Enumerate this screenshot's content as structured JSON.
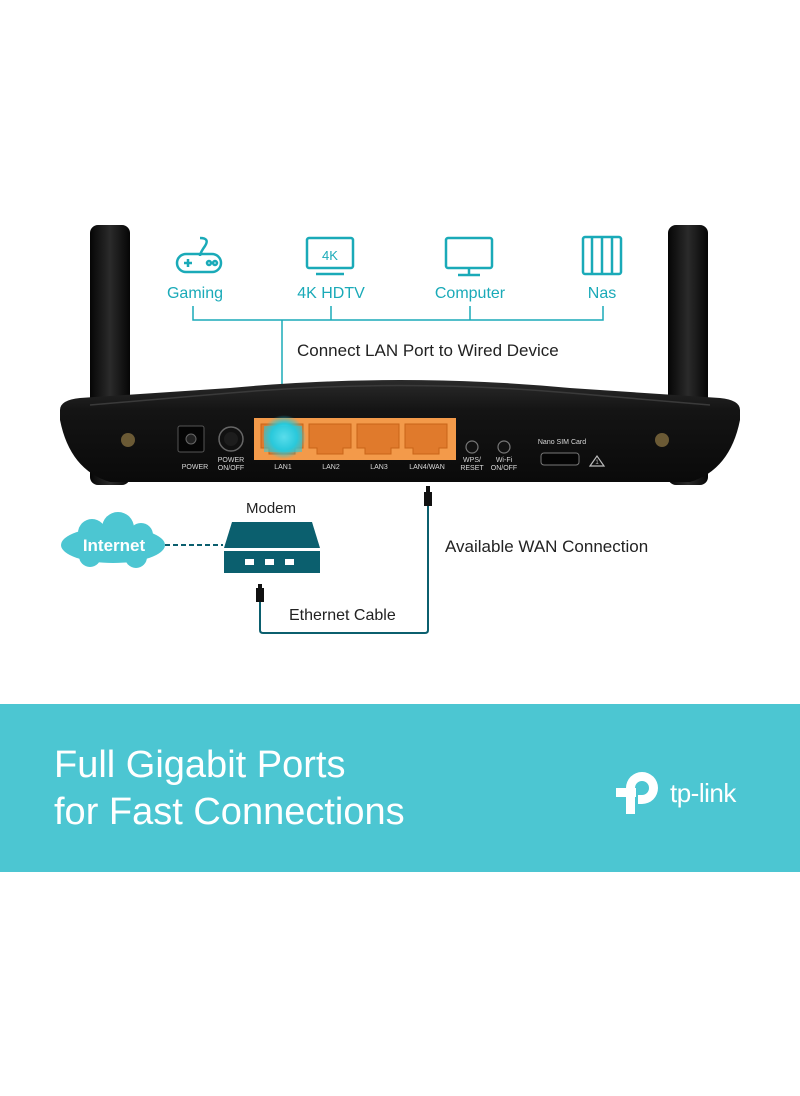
{
  "devices": [
    {
      "label": "Gaming",
      "icon": "gamepad-icon"
    },
    {
      "label": "4K HDTV",
      "icon": "tv-icon",
      "screen_text": "4K"
    },
    {
      "label": "Computer",
      "icon": "monitor-icon"
    },
    {
      "label": "Nas",
      "icon": "nas-icon"
    }
  ],
  "connect_lan_text": "Connect LAN Port to Wired Device",
  "router": {
    "ports": {
      "power": "POWER",
      "power_onoff_1": "POWER",
      "power_onoff_2": "ON/OFF",
      "lan1": "LAN1",
      "lan2": "LAN2",
      "lan3": "LAN3",
      "lan4wan": "LAN4/WAN",
      "wps_1": "WPS/",
      "wps_2": "RESET",
      "wifi_1": "Wi-Fi",
      "wifi_2": "ON/OFF",
      "nano_sim": "Nano SIM Card"
    }
  },
  "modem_label": "Modem",
  "internet_label": "Internet",
  "wan_text": "Available WAN Connection",
  "cable_text": "Ethernet Cable",
  "banner": {
    "line1": "Full Gigabit Ports",
    "line2": "for Fast Connections",
    "logo_text": "tp-link"
  },
  "colors": {
    "teal": "#1aaab8",
    "dark_teal": "#0b5f6e",
    "port_orange": "#f39a4a",
    "banner": "#4cc6d2",
    "router_body": "#141414"
  }
}
